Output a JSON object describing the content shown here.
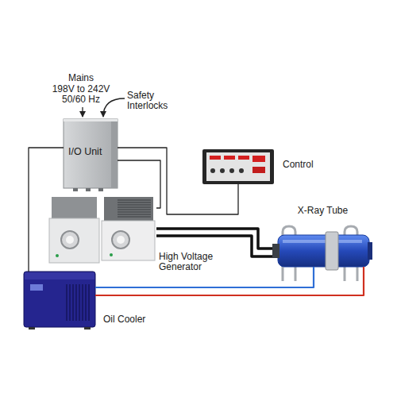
{
  "diagram": {
    "nodes": [
      {
        "text": [
          "I/O Unit"
        ]
      },
      {
        "text": [
          "Control"
        ]
      },
      {
        "text": [
          "High Voltage Generator"
        ]
      },
      {
        "text": [
          "X-Ray Tube"
        ]
      },
      {
        "text": [
          "Oil Cooler"
        ]
      }
    ],
    "edges": [
      {
        "from": 0,
        "to": 1,
        "arrow": "none"
      },
      {
        "from": 0,
        "to": 2,
        "arrow": "none"
      },
      {
        "from": 0,
        "to": 4,
        "arrow": "none"
      },
      {
        "from": 2,
        "to": 3,
        "arrow": "none"
      },
      {
        "from": 2,
        "to": 3,
        "arrow": "none"
      },
      {
        "from": 4,
        "to": 3,
        "arrow": "none"
      },
      {
        "from": 4,
        "to": 3,
        "arrow": "none"
      }
    ],
    "labels": [
      "Mains",
      "198V to 242V 50/60 Hz",
      "Safety Interlocks"
    ]
  }
}
